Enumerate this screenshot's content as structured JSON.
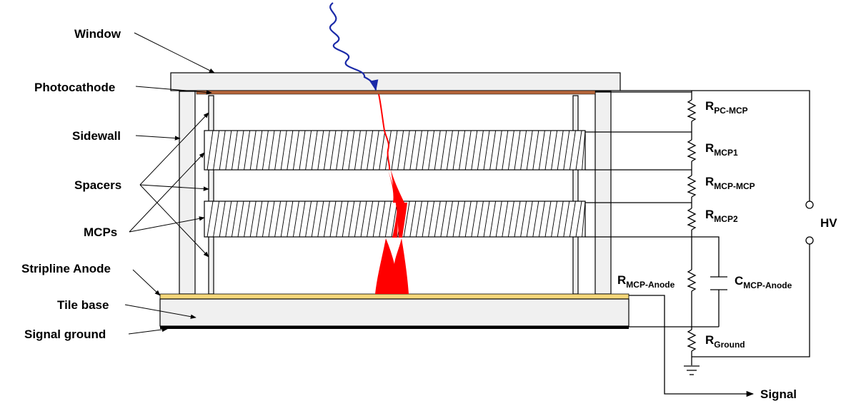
{
  "labels": {
    "window": "Window",
    "photocathode": "Photocathode",
    "sidewall": "Sidewall",
    "spacers": "Spacers",
    "mcps": "MCPs",
    "stripline_anode": "Stripline Anode",
    "tile_base": "Tile base",
    "signal_ground": "Signal ground"
  },
  "circuit": {
    "r_pc_mcp": {
      "symbol": "R",
      "sub": "PC-MCP"
    },
    "r_mcp1": {
      "symbol": "R",
      "sub": "MCP1"
    },
    "r_mcp_mcp": {
      "symbol": "R",
      "sub": "MCP-MCP"
    },
    "r_mcp2": {
      "symbol": "R",
      "sub": "MCP2"
    },
    "r_mcp_anode": {
      "symbol": "R",
      "sub": "MCP-Anode"
    },
    "c_mcp_anode": {
      "symbol": "C",
      "sub": "MCP-Anode"
    },
    "r_ground": {
      "symbol": "R",
      "sub": "Ground"
    },
    "hv": "HV",
    "signal": "Signal"
  },
  "colors": {
    "photocathode": "#b5653a",
    "stripline": "#f5d77a",
    "panel": "#f0f0f0",
    "photon": "#1a2aa8",
    "avalanche": "#ff0000"
  }
}
